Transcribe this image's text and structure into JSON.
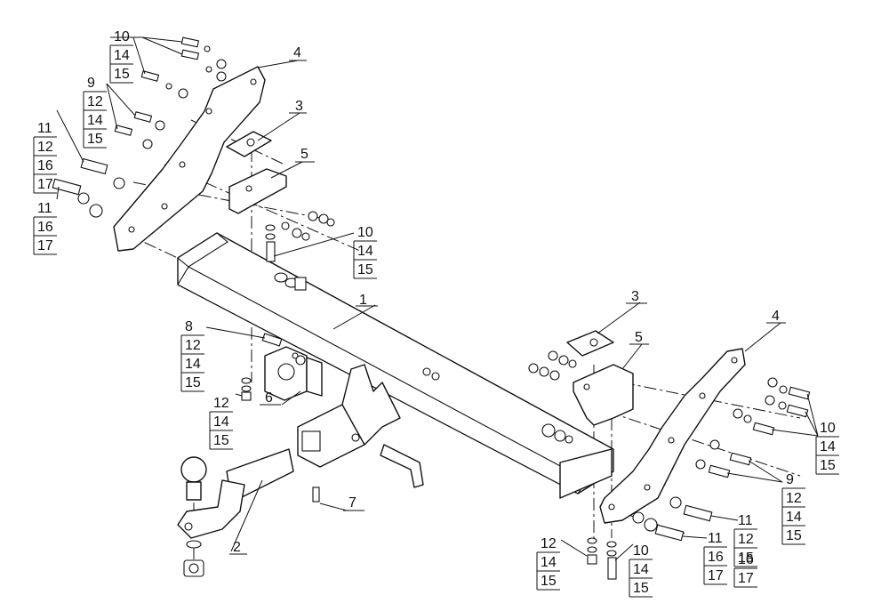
{
  "callouts": [
    {
      "id": "c-top-left-10",
      "lines": [
        "10",
        "14",
        "15"
      ]
    },
    {
      "id": "c-top-left-9",
      "lines": [
        "9",
        "12",
        "14",
        "15"
      ]
    },
    {
      "id": "c-left-11a",
      "lines": [
        "11",
        "12",
        "16",
        "17"
      ]
    },
    {
      "id": "c-left-11b",
      "lines": [
        "11",
        "16",
        "17"
      ]
    },
    {
      "id": "c-mid-10",
      "lines": [
        "10",
        "14",
        "15"
      ]
    },
    {
      "id": "c-8",
      "lines": [
        "8",
        "12",
        "14",
        "15"
      ]
    },
    {
      "id": "c-12-left",
      "lines": [
        "12",
        "14",
        "15"
      ]
    },
    {
      "id": "c-right-10",
      "lines": [
        "10",
        "14",
        "15"
      ]
    },
    {
      "id": "c-right-9",
      "lines": [
        "9",
        "12",
        "14",
        "15"
      ]
    },
    {
      "id": "c-right-11a",
      "lines": [
        "11",
        "12",
        "15"
      ]
    },
    {
      "id": "c-right-11b",
      "lines": [
        "11",
        "16",
        "17"
      ]
    },
    {
      "id": "c-right-11c",
      "lines": [
        "16",
        "17"
      ]
    },
    {
      "id": "c-bottom-12",
      "lines": [
        "12",
        "14",
        "15"
      ]
    },
    {
      "id": "c-bottom-10",
      "lines": [
        "10",
        "14",
        "15"
      ]
    }
  ],
  "part_labels": {
    "p1": "1",
    "p2": "2",
    "p3_left": "3",
    "p3_right": "3",
    "p4_left": "4",
    "p4_right": "4",
    "p5_left": "5",
    "p5_right": "5",
    "p6": "6",
    "p7": "7"
  }
}
